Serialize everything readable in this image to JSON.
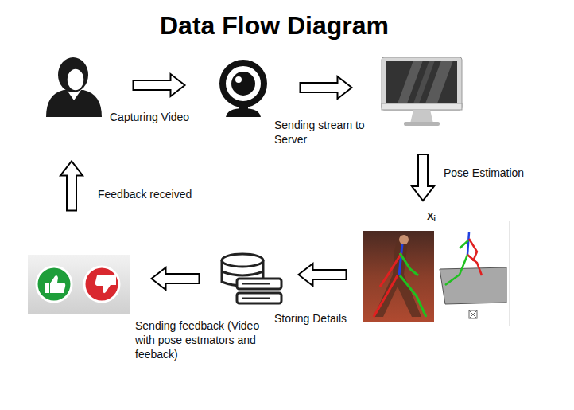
{
  "diagram": {
    "title": "Data Flow Diagram",
    "nodes": [
      {
        "text": []
      },
      {
        "text": []
      },
      {
        "text": []
      },
      {
        "text": []
      },
      {
        "text": []
      },
      {
        "text": []
      }
    ],
    "edges": [
      {
        "from": 0,
        "to": 1,
        "arrow": "to",
        "label": "Capturing Video"
      },
      {
        "from": 1,
        "to": 2,
        "arrow": "to",
        "label": "Sending stream to Server"
      },
      {
        "from": 2,
        "to": 3,
        "arrow": "to",
        "label": "Pose Estimation"
      },
      {
        "from": 3,
        "to": 4,
        "arrow": "to",
        "label": "Storing Details"
      },
      {
        "from": 4,
        "to": 5,
        "arrow": "to",
        "label": "Sending feedback (Video with pose estmators and feeback)"
      },
      {
        "from": 5,
        "to": 0,
        "arrow": "to",
        "label": "Feedback received"
      }
    ],
    "labels": [
      "Xᵢ"
    ]
  }
}
